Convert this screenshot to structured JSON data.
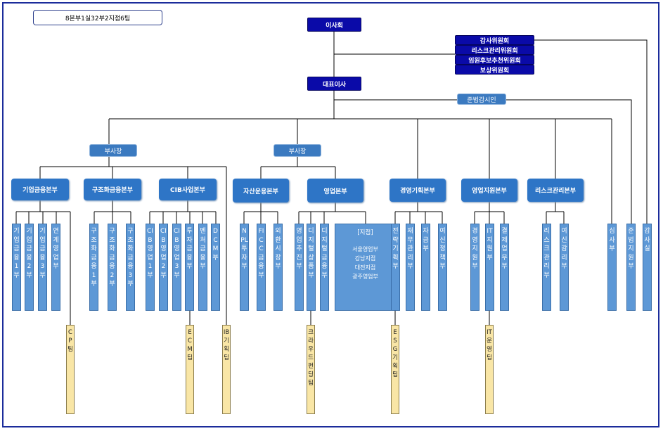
{
  "summary": "8본부1실32부2지점6팀",
  "board": "이사회",
  "committees": [
    "감사위원회",
    "리스크관리위원회",
    "임원후보추천위원회",
    "보상위원회"
  ],
  "ceo": "대표이사",
  "compliance_officer": "준법감시인",
  "vice_presidents": [
    "부사장",
    "부사장"
  ],
  "headquarters": [
    "기업금융본부",
    "구조화금융본부",
    "CIB사업본부",
    "자산운용본부",
    "영업본부",
    "경영기획본부",
    "영업지원본부",
    "리스크관리본부"
  ],
  "departments": [
    "기업금융1부",
    "기업금융2부",
    "기업금융3부",
    "연계영업부",
    "구조화금융1부",
    "구조화금융2부",
    "구조화금융3부",
    "CIB영업1부",
    "CIB영업2부",
    "CIB영업3부",
    "투자금융부",
    "벤처금융부",
    "DCM부",
    "NPL투자부",
    "FICC금융부",
    "외환시장부",
    "영업추진부",
    "디지털상품부",
    "디지털금융부",
    "전략기획부",
    "재무관리부",
    "자금부",
    "여신정책부",
    "경영지원부",
    "IT지원부",
    "결제업무부",
    "리스크관리부",
    "여신감리부",
    "심사부",
    "준법지원부",
    "감사실"
  ],
  "branches": {
    "title": "[지점]",
    "items": [
      "서울영업부",
      "강남지점",
      "대전지점",
      "광주영업부"
    ]
  },
  "teams": [
    "CP팀",
    "ECM팀",
    "IB기획팀",
    "크라우드펀딩팀",
    "ESG기획팀",
    "IT운영팀"
  ]
}
